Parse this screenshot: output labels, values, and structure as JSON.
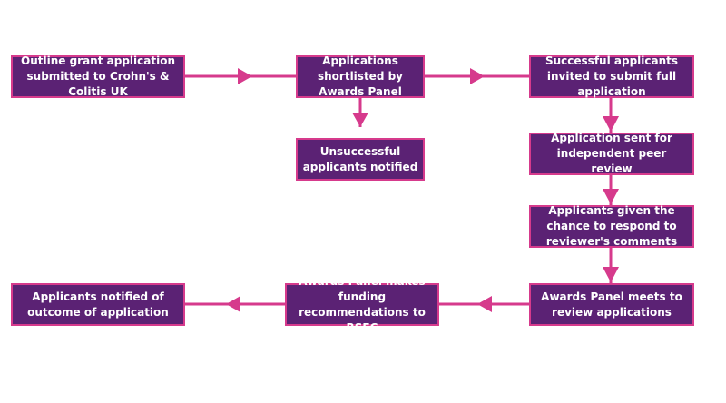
{
  "colors": {
    "box_fill": "#5b2274",
    "box_border": "#d63a8c",
    "arrow": "#d63a8c",
    "text": "#ffffff"
  },
  "steps": {
    "outline": "Outline grant application submitted to Crohn's & Colitis UK",
    "shortlisted": "Applications shortlisted by Awards Panel",
    "unsuccessful": "Unsuccessful applicants notified",
    "invited": "Successful applicants invited to submit full application",
    "peer_review": "Application sent for independent peer review",
    "respond": "Applicants given the chance to respond to reviewer's comments",
    "panel_meets": "Awards Panel meets to review applications",
    "recommendations": "Awards Panel makes funding recommendations to RSFC",
    "notified": "Applicants notified of outcome of application"
  },
  "connections": [
    {
      "from": "outline",
      "to": "shortlisted"
    },
    {
      "from": "shortlisted",
      "to": "invited"
    },
    {
      "from": "shortlisted",
      "to": "unsuccessful"
    },
    {
      "from": "invited",
      "to": "peer_review"
    },
    {
      "from": "peer_review",
      "to": "respond"
    },
    {
      "from": "respond",
      "to": "panel_meets"
    },
    {
      "from": "panel_meets",
      "to": "recommendations"
    },
    {
      "from": "recommendations",
      "to": "notified"
    }
  ]
}
